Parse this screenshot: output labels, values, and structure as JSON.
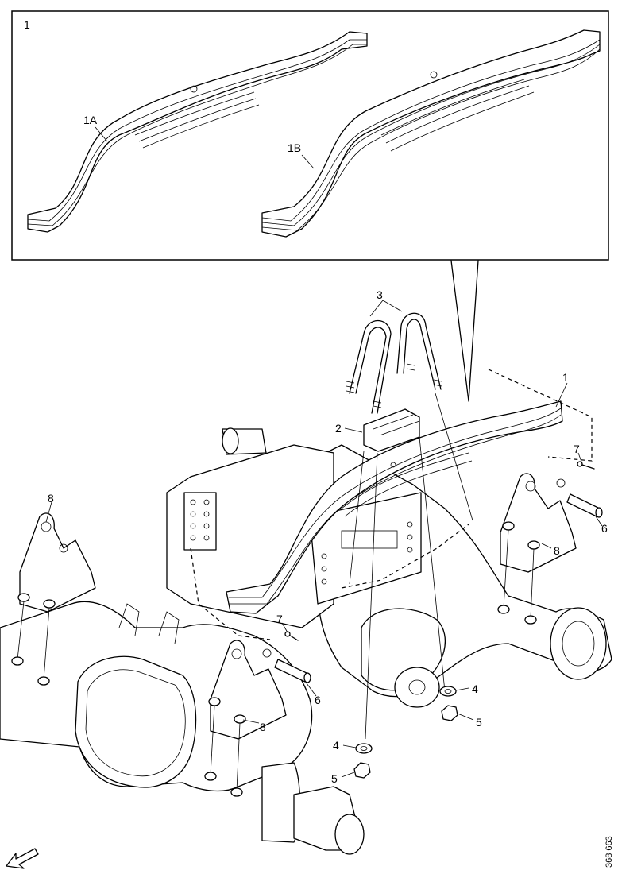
{
  "inset": {
    "label": "1",
    "leaf_a_label": "1A",
    "leaf_b_label": "1B"
  },
  "callouts": {
    "leaf_spring": "1",
    "spacer_block": "2",
    "u_bolts": "3",
    "washer_upper": "4",
    "washer_lower": "4",
    "nut_upper": "5",
    "nut_lower": "5",
    "pin_rear": "6",
    "pin_front": "6",
    "bolt_rear": "7",
    "bolt_front": "7",
    "bracket_left": "8",
    "bracket_rear": "8",
    "bracket_front": "8"
  },
  "reference_number": "368 663",
  "icons": [
    "direction-arrow-icon"
  ]
}
